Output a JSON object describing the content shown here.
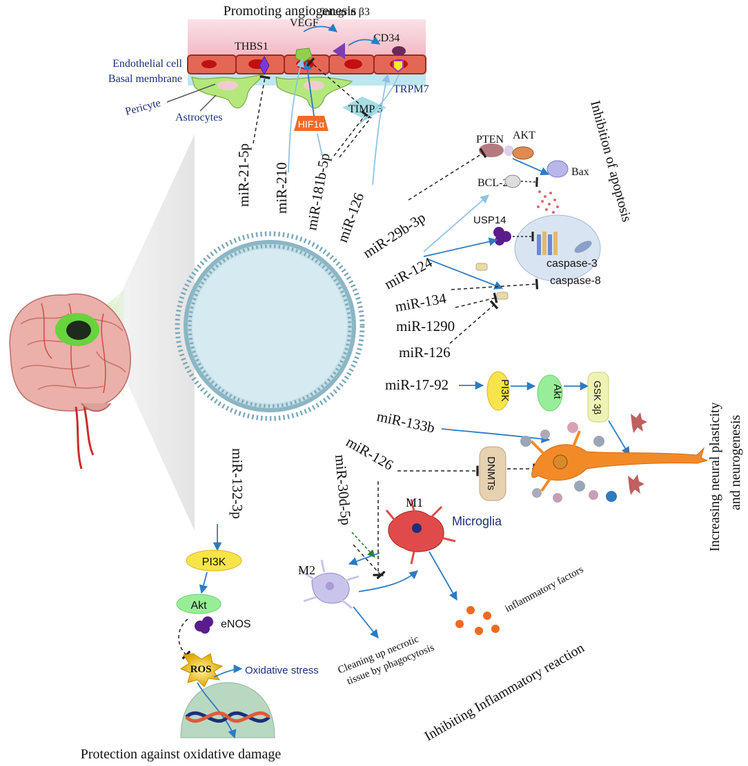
{
  "sections": {
    "angiogenesis": "Promoting angiogenesis",
    "apoptosis": "Inhibition of apoptosis",
    "plasticity_line1": "Increasing neural plasticity",
    "plasticity_line2": "and neurogenesis",
    "inflammatory": "Inhibiting Inflammatory reaction",
    "oxidative": "Protection against oxidative damage"
  },
  "angiogenesis_labels": {
    "endothelial": "Endothelial cell",
    "basal": "Basal membrane",
    "pericyte": "Pericyte",
    "astrocytes": "Astrocytes",
    "thbs1": "THBS1",
    "vegf": "VEGF",
    "integrin": "integrin β3",
    "cd34": "CD34",
    "trpm7": "TRPM7",
    "timp3": "TIMP 3",
    "hif1a": "HIF1α"
  },
  "mirnas": {
    "mir21": "miR-21-5p",
    "mir210": "miR-210",
    "mir181": "miR-181b-5p",
    "mir126_top": "miR-126",
    "mir29": "miR-29b-3p",
    "mir124": "miR-124",
    "mir134": "miR-134",
    "mir1290": "miR-1290",
    "mir126_apop": "miR-126",
    "mir1792": "miR-17-92",
    "mir133": "miR-133b",
    "mir126_dnmt": "miR-126",
    "mir30": "miR-30d-5p",
    "mir132": "miR-132-3p"
  },
  "apoptosis_labels": {
    "pten": "PTEN",
    "akt": "AKT",
    "bax": "Bax",
    "bcl2": "BCL-2",
    "usp14": "USP14",
    "casp3": "caspase-3",
    "casp8": "caspase-8"
  },
  "plasticity_labels": {
    "pi3k": "PI3K",
    "akt": "Akt",
    "gsk": "GSK 3β",
    "dnmts": "DNMTs"
  },
  "inflammation_labels": {
    "m1": "M1",
    "m2": "M2",
    "microglia": "Microglia",
    "factors": "inflammatory factors",
    "cleaning_line1": "Cleaning up necrotic",
    "cleaning_line2": "tissue by phagocytosis"
  },
  "oxidative_labels": {
    "pi3k": "PI3K",
    "akt": "Akt",
    "enos": "eNOS",
    "ros": "ROS",
    "stress": "Oxidative stress"
  },
  "colors": {
    "arrow_blue": "#2c7bc4",
    "light_blue": "#8ec3e6",
    "vesicle": "#cfe6ee",
    "membrane": "#7faebd",
    "brain": "#e8a9a3",
    "lesion": "#6fd13f",
    "neuron": "#f07a1e",
    "microglia_m1": "#e04040",
    "dark_blue_text": "#1b2f7a"
  }
}
